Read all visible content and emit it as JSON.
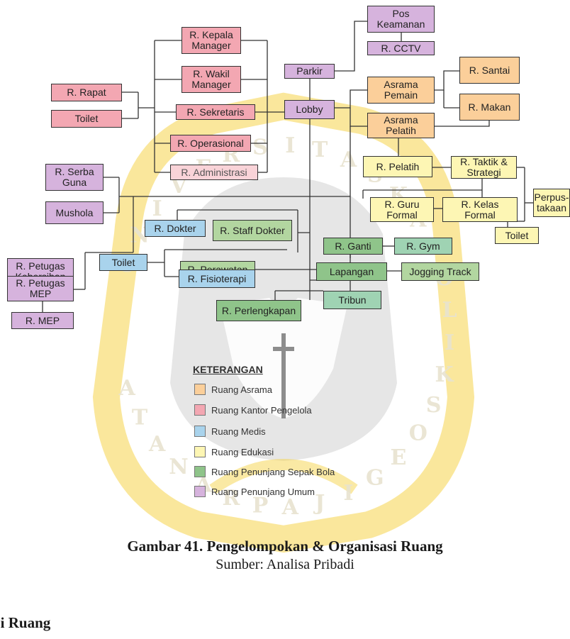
{
  "colors": {
    "asrama": "#fbcf9a",
    "kantor": "#f3a7b2",
    "medis": "#a9d3ec",
    "edukasi": "#fdf6b4",
    "penunjang_sepak_bola": "#8fc48a",
    "penunjang_umum": "#d6b3dd",
    "watermark": "#f5d44a"
  },
  "watermark_letters": [
    "U",
    "N",
    "I",
    "V",
    "E",
    "R",
    "S",
    "I",
    "T",
    "A",
    "S",
    "K",
    "A",
    "T",
    "O",
    "L",
    "I",
    "K",
    "S",
    "O",
    "E",
    "G",
    "I",
    "J",
    "A",
    "P",
    "R",
    "A",
    "N",
    "A",
    "T",
    "A"
  ],
  "nodes": {
    "pos_keamanan": "Pos\nKeamanan",
    "r_cctv": "R. CCTV",
    "parkir": "Parkir",
    "lobby": "Lobby",
    "r_kepala_manager": "R. Kepala\nManager",
    "r_wakil_manager": "R. Wakil\nManager",
    "r_sekretaris": "R. Sekretaris",
    "r_operasional": "R. Operasional",
    "r_administrasi": "R. Administrasi",
    "r_rapat": "R. Rapat",
    "toilet_kantor": "Toilet",
    "asrama_pemain": "Asrama\nPemain",
    "asrama_pelatih": "Asrama\nPelatih",
    "r_santai": "R. Santai",
    "r_makan": "R. Makan",
    "r_pelatih": "R. Pelatih",
    "r_taktik": "R. Taktik &\nStrategi",
    "r_guru_formal": "R. Guru\nFormal",
    "r_kelas_formal": "R. Kelas\nFormal",
    "perpustakaan": "Perpus-\ntakaan",
    "toilet_edukasi": "Toilet",
    "r_serba_guna": "R. Serba\nGuna",
    "mushola": "Mushola",
    "r_dokter": "R. Dokter",
    "r_staff_dokter": "R. Staff Dokter",
    "r_perawatan": "R. Perawatan",
    "toilet_medis": "Toilet",
    "r_fisioterapi": "R. Fisioterapi",
    "r_petugas_kebersihan": "R. Petugas\nKebersihan",
    "r_petugas_mep": "R. Petugas\nMEP",
    "r_mep": "R. MEP",
    "r_ganti": "R. Ganti",
    "r_gym": "R. Gym",
    "lapangan": "Lapangan",
    "jogging_track": "Jogging Track",
    "tribun": "Tribun",
    "r_perlengkapan": "R. Perlengkapan"
  },
  "legend": {
    "title": "KETERANGAN",
    "items": [
      {
        "label": "Ruang Asrama",
        "color": "#fbcf9a"
      },
      {
        "label": "Ruang Kantor Pengelola",
        "color": "#f3a7b2"
      },
      {
        "label": "Ruang Medis",
        "color": "#a9d3ec"
      },
      {
        "label": "Ruang Edukasi",
        "color": "#fdf6b4"
      },
      {
        "label": "Ruang Penunjang Sepak Bola",
        "color": "#8fc48a"
      },
      {
        "label": "Ruang Penunjang Umum",
        "color": "#d6b3dd"
      }
    ]
  },
  "caption": {
    "title": "Gambar 41. Pengelompokan & Organisasi Ruang",
    "source": "Sumber: Analisa Pribadi"
  },
  "cut_heading": "asi Ruang"
}
